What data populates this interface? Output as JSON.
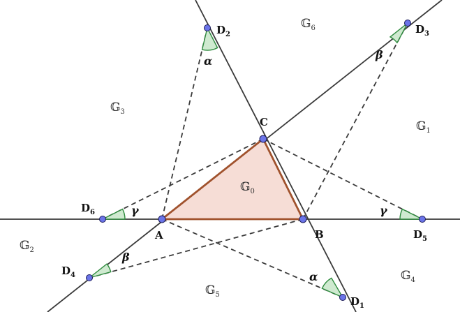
{
  "points": {
    "A": {
      "label": "A",
      "sub": ""
    },
    "B": {
      "label": "B",
      "sub": ""
    },
    "C": {
      "label": "C",
      "sub": ""
    },
    "D1": {
      "label": "D",
      "sub": "1"
    },
    "D2": {
      "label": "D",
      "sub": "2"
    },
    "D3": {
      "label": "D",
      "sub": "3"
    },
    "D4": {
      "label": "D",
      "sub": "4"
    },
    "D5": {
      "label": "D",
      "sub": "5"
    },
    "D6": {
      "label": "D",
      "sub": "6"
    }
  },
  "regions": {
    "G0": {
      "label": "𝔾",
      "sub": "0"
    },
    "G1": {
      "label": "𝔾",
      "sub": "1"
    },
    "G2": {
      "label": "𝔾",
      "sub": "2"
    },
    "G3": {
      "label": "𝔾",
      "sub": "3"
    },
    "G4": {
      "label": "𝔾",
      "sub": "4"
    },
    "G5": {
      "label": "𝔾",
      "sub": "5"
    },
    "G6": {
      "label": "𝔾",
      "sub": "6"
    }
  },
  "angles": {
    "alpha": "α",
    "beta": "β",
    "gamma": "γ"
  },
  "colors": {
    "triangle_fill": "#f6ddd6",
    "triangle_stroke": "#a0522d",
    "angle_fill": "#cfead0",
    "angle_stroke": "#2e8b3e",
    "point_fill": "#6b74e8"
  }
}
